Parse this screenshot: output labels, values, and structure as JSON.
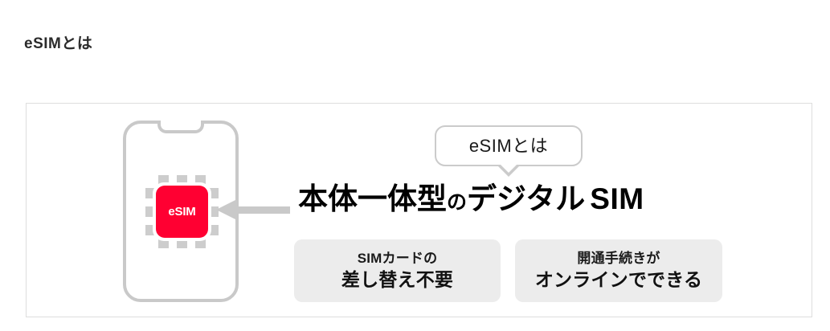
{
  "page": {
    "heading": "eSIMとは",
    "background_color": "#ffffff"
  },
  "panel": {
    "border_color": "#dededd",
    "background_color": "#ffffff"
  },
  "illustration": {
    "phone": {
      "outline_color": "#c9c9c9",
      "notch_name": "phone-notch"
    },
    "chip": {
      "label": "eSIM",
      "chip_color": "#FF0032",
      "label_color": "#ffffff",
      "pin_color": "#cdcdcd"
    },
    "arrow": {
      "direction": "left",
      "color": "#c9c9c9"
    }
  },
  "callout": {
    "bubble_text": "eSIMとは",
    "bubble_border_color": "#cbcbcb",
    "bubble_fill_color": "#ffffff"
  },
  "headline": {
    "part_big_1": "本体一体型",
    "part_small": "の",
    "part_big_2": "デジタル",
    "part_latin": "SIM",
    "color": "#000000"
  },
  "features": [
    {
      "line1": "SIMカードの",
      "line2": "差し替え不要",
      "background_color": "#ececec"
    },
    {
      "line1": "開通手続きが",
      "line2": "オンラインでできる",
      "background_color": "#ececec"
    }
  ]
}
